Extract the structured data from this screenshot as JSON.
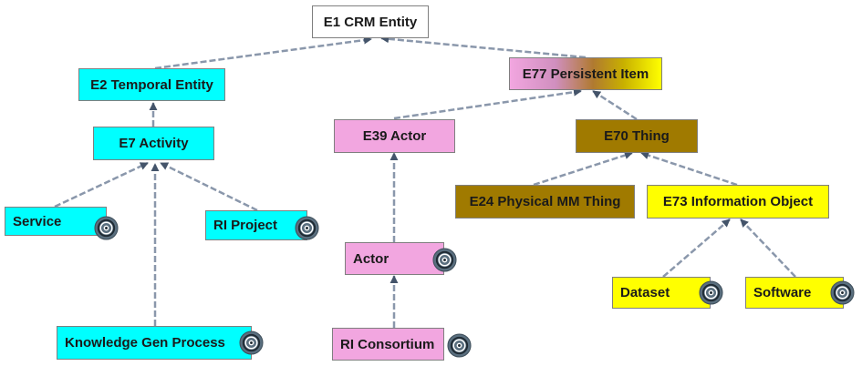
{
  "nodes": {
    "e1": "E1 CRM Entity",
    "e2": "E2 Temporal Entity",
    "e77": "E77 Persistent Item",
    "e7": "E7 Activity",
    "e39": "E39 Actor",
    "e70": "E70 Thing",
    "service": "Service",
    "ri_project": "RI Project",
    "e24": "E24 Physical MM Thing",
    "e73": "E73 Information Object",
    "actor": "Actor",
    "dataset": "Dataset",
    "software": "Software",
    "knowledge": "Knowledge Gen Process",
    "ri_consortium": "RI Consortium"
  },
  "colors": {
    "temporal": "#00ffff",
    "actor": "#f2a6e0",
    "information": "#ffff00",
    "physical": "#a07a00",
    "edge": "#8a97ab",
    "arrowhead": "#44546a"
  },
  "icons": {
    "badge": "target-circle-icon"
  }
}
